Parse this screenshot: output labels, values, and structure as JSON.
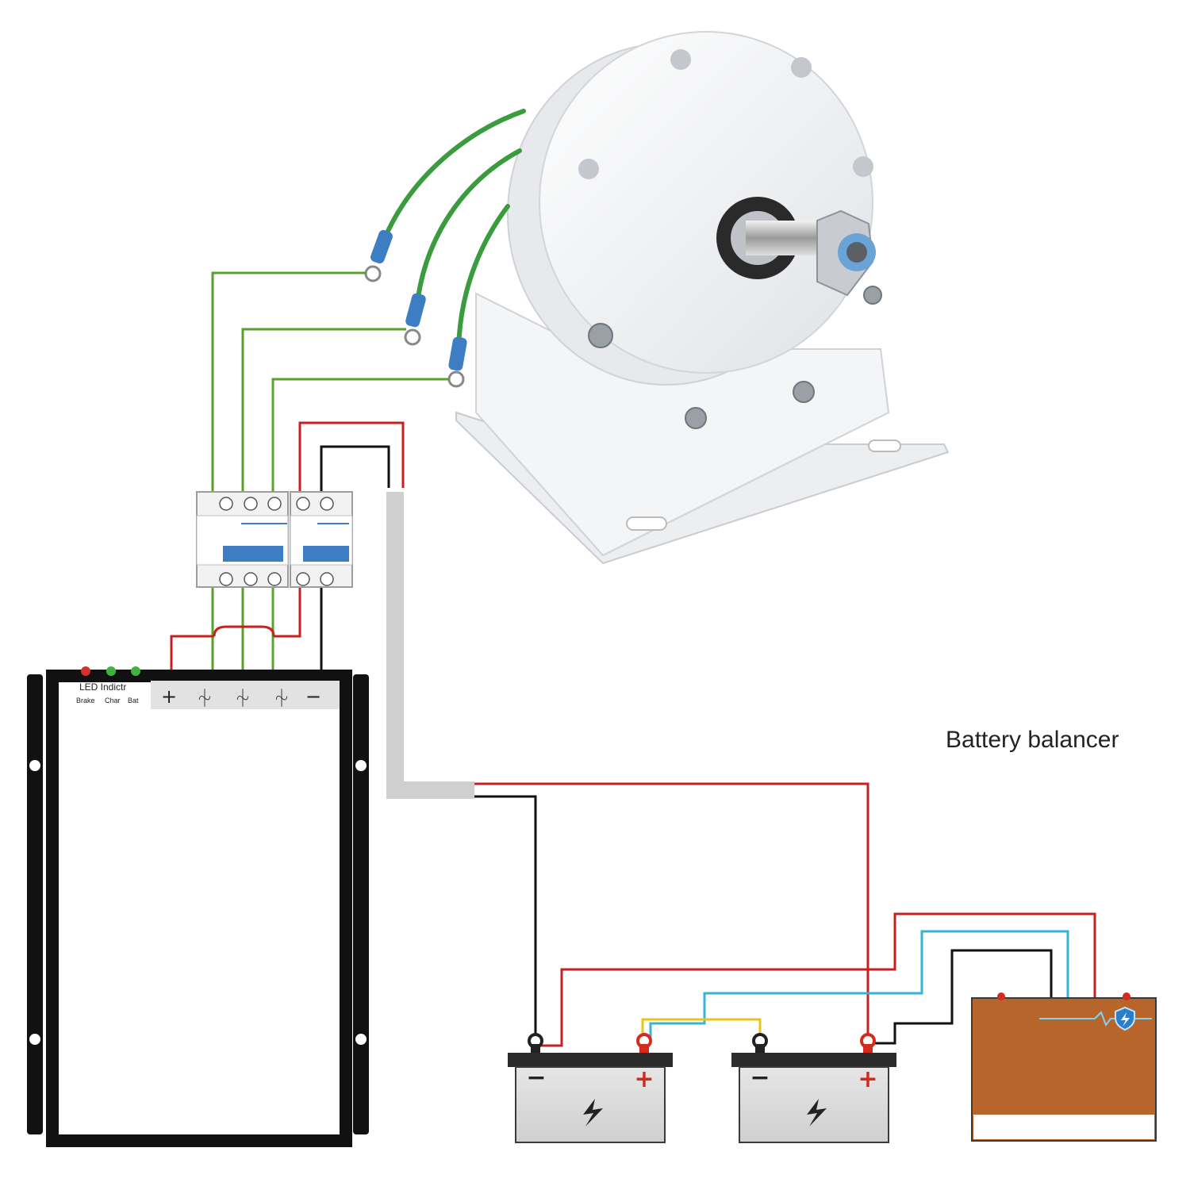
{
  "controller": {
    "led_title": "LED Indictr",
    "led_labels": [
      "Brake",
      "Char",
      "Bat"
    ],
    "terminals": [
      "+",
      "⏆",
      "⏆",
      "⏆",
      "−"
    ]
  },
  "balancer": {
    "label": "Battery balancer"
  },
  "batteries": [
    {
      "neg": "−",
      "pos": "+"
    },
    {
      "neg": "−",
      "pos": "+"
    }
  ],
  "colors": {
    "phase_wire": "#5aa02c",
    "positive_wire": "#c8201e",
    "negative_wire": "#111111",
    "balance_cyan": "#35b4d6",
    "balance_yellow": "#e8c51a",
    "balancer_body": "#b8652c",
    "breaker_accent": "#3d7dc4"
  },
  "icons": [
    "wind-generator-icon",
    "breaker-icon",
    "lightning-bolt-icon"
  ]
}
